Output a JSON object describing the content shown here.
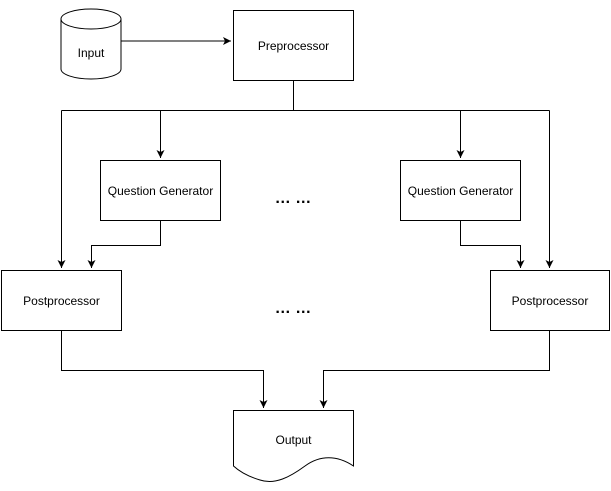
{
  "diagram": {
    "nodes": {
      "input": "Input",
      "preprocessor": "Preprocessor",
      "question_generator_left": "Question Generator",
      "question_generator_right": "Question Generator",
      "postprocessor_left": "Postprocessor",
      "postprocessor_right": "Postprocessor",
      "output": "Output"
    },
    "ellipsis_top": "… …",
    "ellipsis_bottom": "… …"
  },
  "colors": {
    "stroke": "#000000",
    "fill": "#ffffff",
    "text": "#000000"
  }
}
